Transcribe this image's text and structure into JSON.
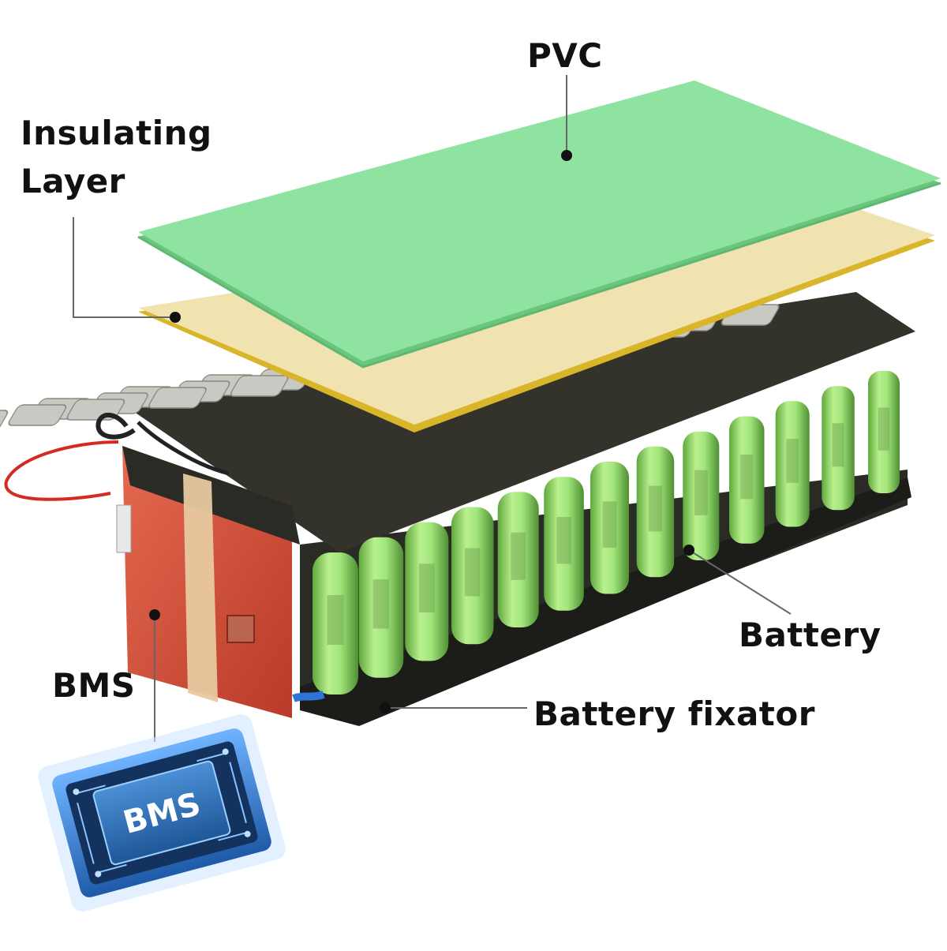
{
  "labels": {
    "pvc": "PVC",
    "insulating_line1": "Insulating",
    "insulating_line2": "Layer",
    "battery": "Battery",
    "bms": "BMS",
    "battery_fixator": "Battery fixator",
    "chip_text": "BMS"
  },
  "colors": {
    "pvc_sheet": "#8fe3a0",
    "insulating_sheet": "#f1e3b0",
    "insulating_edge": "#d9b52a",
    "cell_green": "#a8ec82",
    "fixator_black": "#2b2b26",
    "nickel_strip": "#c9c9c3",
    "bms_red": "#d8503a",
    "chip_blue": "#2f74c9"
  },
  "icons": [
    "bms-chip-icon"
  ]
}
